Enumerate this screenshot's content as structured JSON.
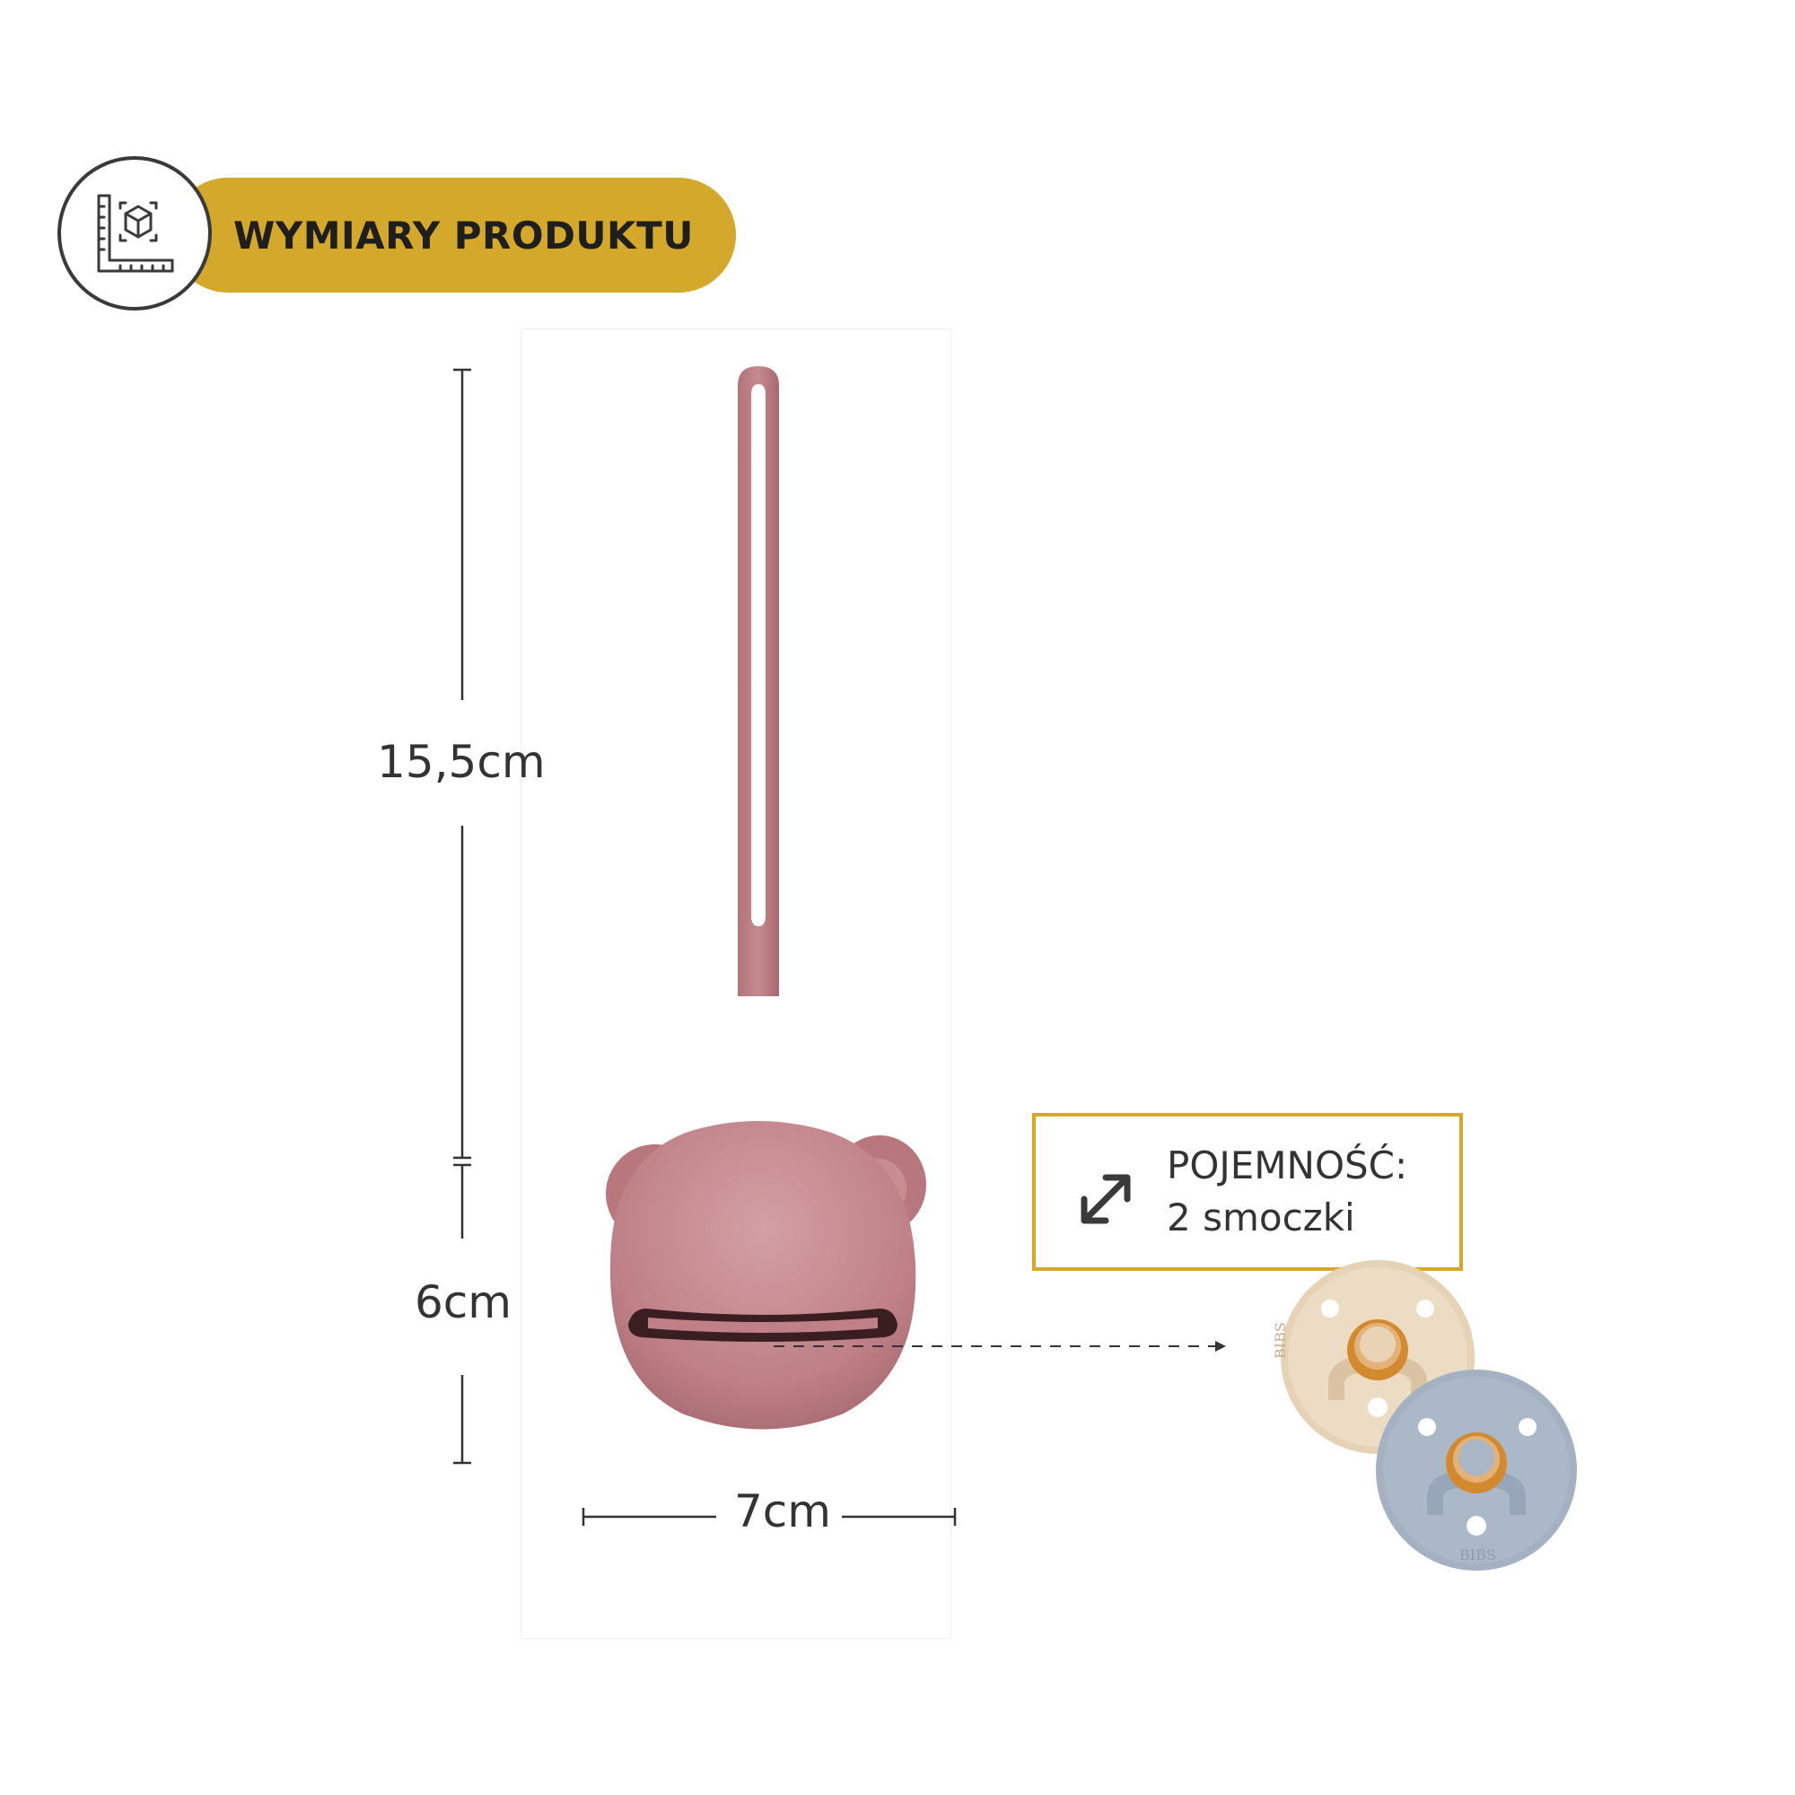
{
  "header": {
    "title": "WYMIARY PRODUKTU",
    "icon": "dimensions-cube-icon"
  },
  "dimensions": {
    "strap_length": "15,5cm",
    "case_height": "6cm",
    "case_width": "7cm"
  },
  "capacity": {
    "label": "POJEMNOŚĆ:",
    "value": "2 smoczki",
    "icon": "expand-arrows-icon"
  },
  "pacifier_brand": "BIBS",
  "colors": {
    "accent": "#d4a82b",
    "product": "#c0828a",
    "text": "#333333",
    "pacifier_beige": "#e6d3b6",
    "pacifier_blue": "#a3b1c2",
    "rubber": "#d38a2e"
  }
}
